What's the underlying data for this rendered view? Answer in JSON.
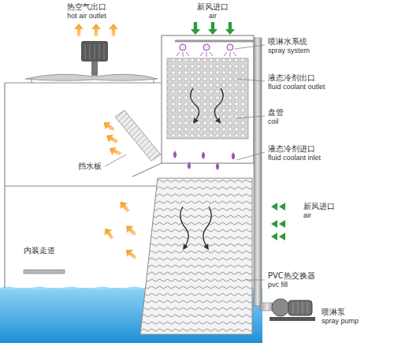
{
  "diagram": {
    "labels": [
      "热空气出口",
      "hot air outlet",
      "新风进口",
      "air",
      "喷淋水系统",
      "spray system",
      "液态冷剂出口",
      "fluid coolant outlet",
      "盘管",
      "coil",
      "挡水板",
      "液态冷剂进口",
      "fluid coolant inlet",
      "新风进口",
      "air",
      "内装走道",
      "PVC热交换器",
      "pvc fill",
      "喷淋泵",
      "spray pump"
    ]
  }
}
